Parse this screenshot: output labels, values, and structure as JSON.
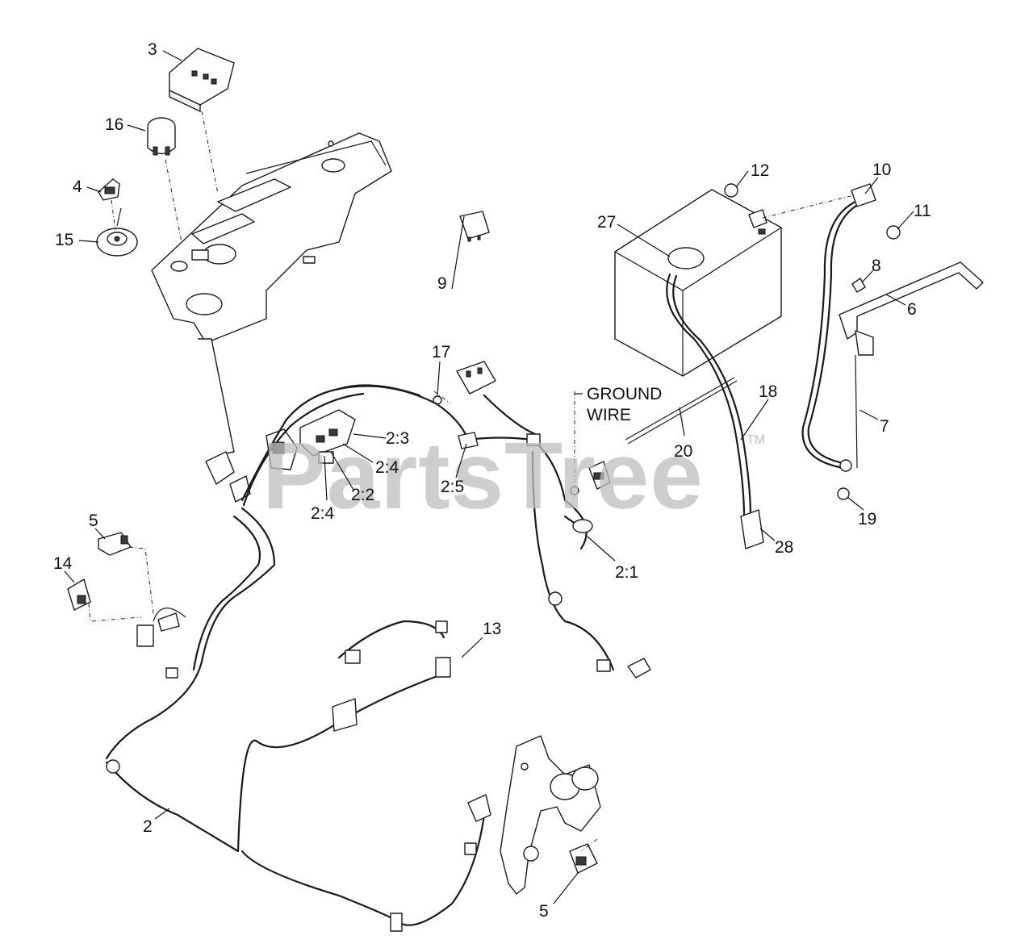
{
  "watermark": {
    "text": "PartsTree",
    "trademark": "TM"
  },
  "callouts": {
    "c3": "3",
    "c16": "16",
    "c4": "4",
    "c15": "15",
    "c9": "9",
    "c17": "17",
    "c2_3": "2:3",
    "c2_4a": "2:4",
    "c2_2": "2:2",
    "c2_4b": "2:4",
    "c2_5": "2:5",
    "ground1": "GROUND",
    "ground2": "WIRE",
    "c2_1": "2:1",
    "c12": "12",
    "c27": "27",
    "c10": "10",
    "c11": "11",
    "c8": "8",
    "c6": "6",
    "c18": "18",
    "c20": "20",
    "c7": "7",
    "c19": "19",
    "c28": "28",
    "c5a": "5",
    "c14": "14",
    "c13": "13",
    "c2": "2",
    "c5b": "5"
  }
}
